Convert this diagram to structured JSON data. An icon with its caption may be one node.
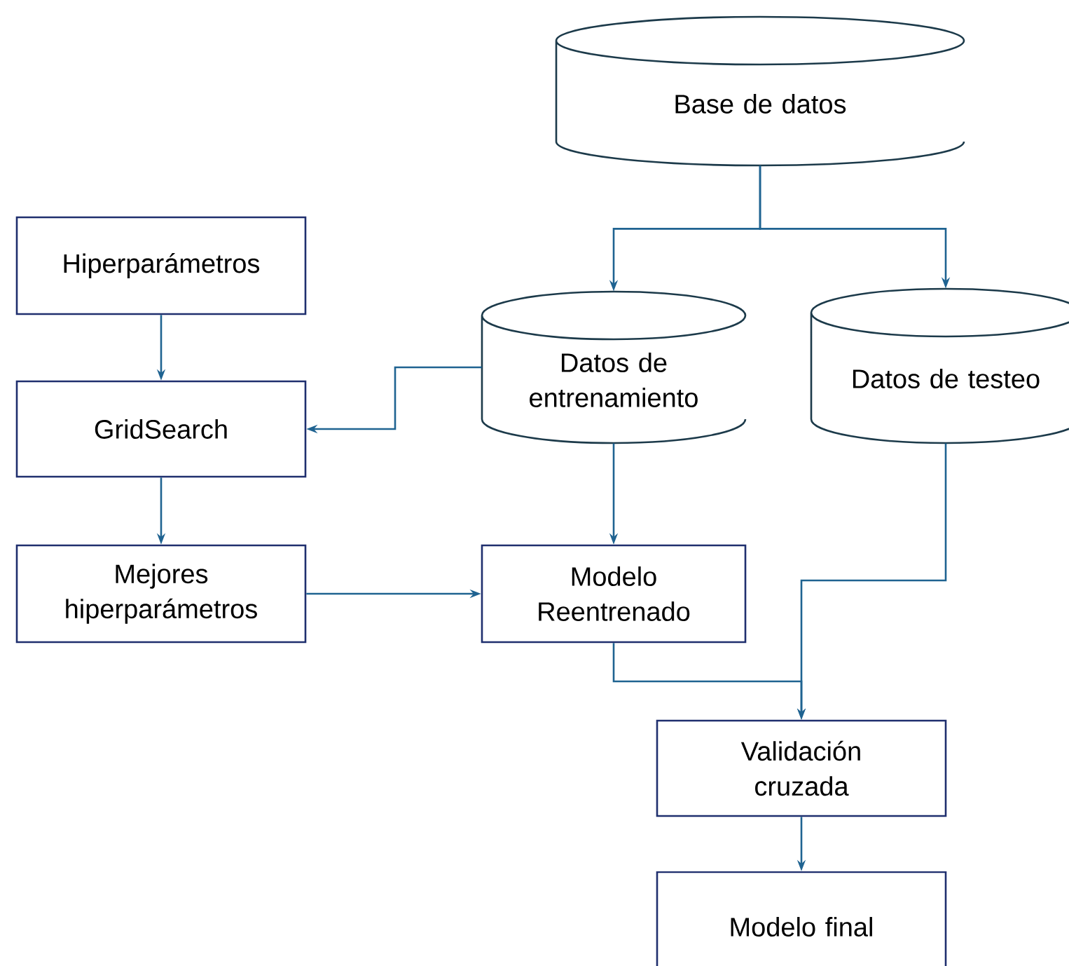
{
  "diagram": {
    "nodes": [
      {
        "text": [
          "Base de datos"
        ]
      },
      {
        "text": [
          "Hiperparámetros"
        ]
      },
      {
        "text": [
          "Datos de entrenamiento"
        ]
      },
      {
        "text": [
          "Datos de testeo"
        ]
      },
      {
        "text": [
          "GridSearch"
        ]
      },
      {
        "text": [
          "Mejores hiperparámetros"
        ]
      },
      {
        "text": [
          "Modelo Reentrenado"
        ]
      },
      {
        "text": [
          "Validación cruzada"
        ]
      },
      {
        "text": [
          "Modelo final"
        ]
      }
    ],
    "edges": [
      {
        "from": 0,
        "to": 2,
        "arrow": "to"
      },
      {
        "from": 0,
        "to": 3,
        "arrow": "to"
      },
      {
        "from": 1,
        "to": 4,
        "arrow": "to"
      },
      {
        "from": 2,
        "to": 4,
        "arrow": "to"
      },
      {
        "from": 4,
        "to": 5,
        "arrow": "to"
      },
      {
        "from": 5,
        "to": 6,
        "arrow": "to"
      },
      {
        "from": 2,
        "to": 6,
        "arrow": "to"
      },
      {
        "from": 3,
        "to": 7,
        "arrow": "to"
      },
      {
        "from": 6,
        "to": 7,
        "arrow": "to"
      },
      {
        "from": 7,
        "to": 8,
        "arrow": "to"
      }
    ]
  }
}
